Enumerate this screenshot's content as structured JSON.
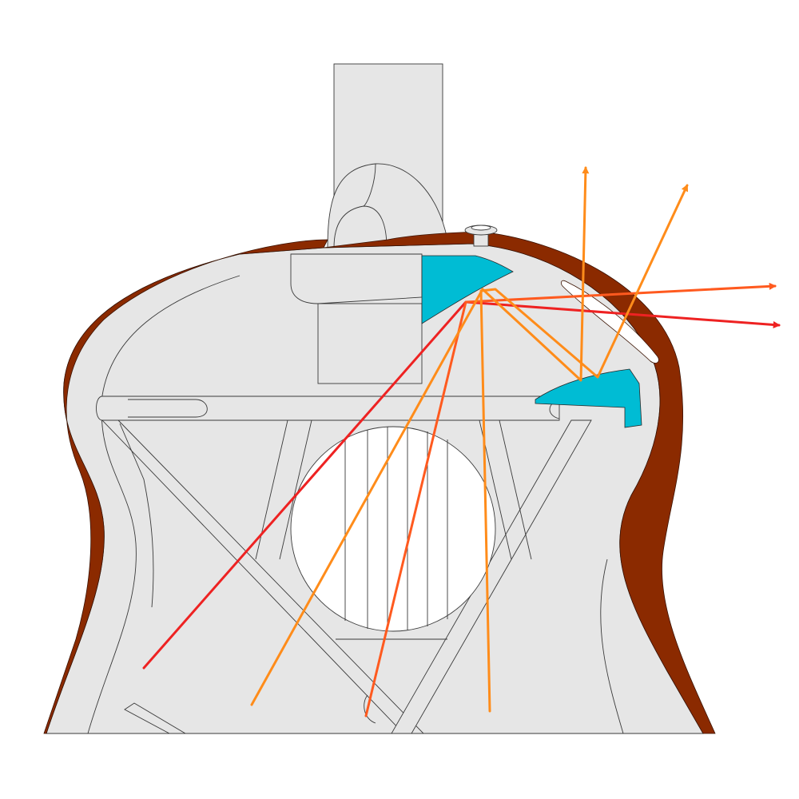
{
  "colors": {
    "background": "#ffffff",
    "body_fill": "#e6e6e6",
    "shell": "#8b2a00",
    "soundhole": "#ffffff",
    "reflector": "#00bcd4",
    "ray_orange": "#ff8c1a",
    "ray_red_orange": "#ff5a1f",
    "ray_red": "#ee2222",
    "outline": "#3a3a3a"
  },
  "parts": [
    {
      "id": "neck",
      "icon": "guitar-neck"
    },
    {
      "id": "heel-block",
      "icon": "neck-heel"
    },
    {
      "id": "shell",
      "icon": "guitar-side-shell"
    },
    {
      "id": "soundhole",
      "icon": "soundhole-with-strings"
    },
    {
      "id": "upper-reflector",
      "icon": "cyan-wedge-reflector"
    },
    {
      "id": "lower-reflector",
      "icon": "cyan-wedge-reflector"
    },
    {
      "id": "strap-button",
      "icon": "strap-button"
    },
    {
      "id": "side-port",
      "icon": "side-sound-port"
    }
  ],
  "rays": [
    {
      "color": "ray_red_orange",
      "arrow": false
    },
    {
      "color": "ray_orange",
      "arrow": false
    },
    {
      "color": "ray_red",
      "arrow": true
    },
    {
      "color": "ray_orange",
      "arrow": true
    },
    {
      "color": "ray_red_orange",
      "arrow": true
    },
    {
      "color": "ray_orange",
      "arrow": true
    },
    {
      "color": "ray_orange",
      "arrow": true
    }
  ]
}
